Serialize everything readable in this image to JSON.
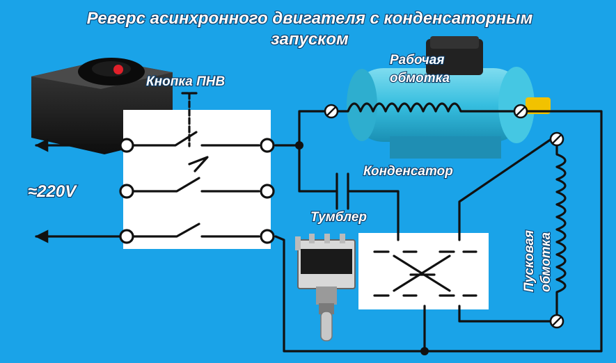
{
  "title": {
    "line1": "Реверс асинхронного двигателя с конденсаторным",
    "line2": "запуском"
  },
  "labels": {
    "button": "Кнопка ПНВ",
    "voltage": "≈220V",
    "working_winding_1": "Рабочая",
    "working_winding_2": "обмотка",
    "capacitor": "Конденсатор",
    "toggle": "Тумблер",
    "start_winding_1": "Пусковая",
    "start_winding_2": "обмотка"
  },
  "colors": {
    "background": "#1aa3e8",
    "wire": "#111111",
    "label_text": "#ffffff",
    "label_outline": "#0b3a66",
    "motor_body": "#3ec3e0",
    "button_housing": "#1e1e1e",
    "button_red": "#e0202a",
    "shaft": "#f2c200"
  }
}
